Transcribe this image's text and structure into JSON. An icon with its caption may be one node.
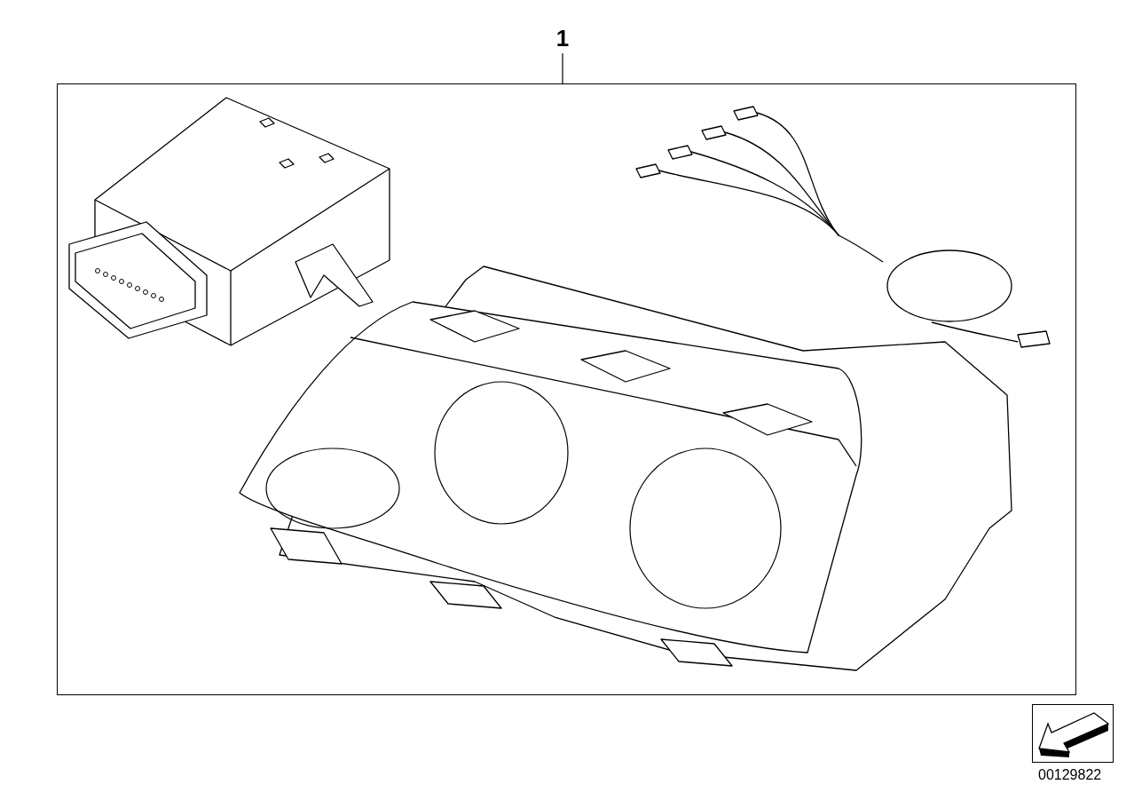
{
  "diagram": {
    "nodes": [
      {
        "text": [
          "1"
        ]
      },
      {
        "text": [],
        "shape": "box"
      }
    ],
    "edges": [
      {
        "from": 0,
        "to": 1,
        "arrow": "none"
      }
    ],
    "labels": [
      "00129822"
    ]
  }
}
